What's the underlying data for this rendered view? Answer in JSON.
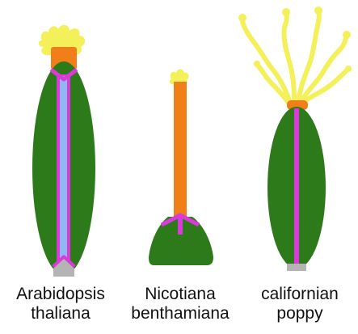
{
  "labels": {
    "arabidopsis": {
      "line1": "Arabidopsis",
      "line2": "thaliana"
    },
    "nicotiana": {
      "line1": "Nicotiana",
      "line2": "benthamiana"
    },
    "poppy": {
      "line1": "californian",
      "line2": "poppy"
    }
  },
  "colors": {
    "ovary_green": "#2d7a1a",
    "style_orange": "#f07f1a",
    "stigma_yellow": "#f3f05a",
    "septum_magenta": "#d83bd8",
    "transmitting_tract_blue": "#8fb8f0",
    "base_gray": "#b4b4b4"
  }
}
